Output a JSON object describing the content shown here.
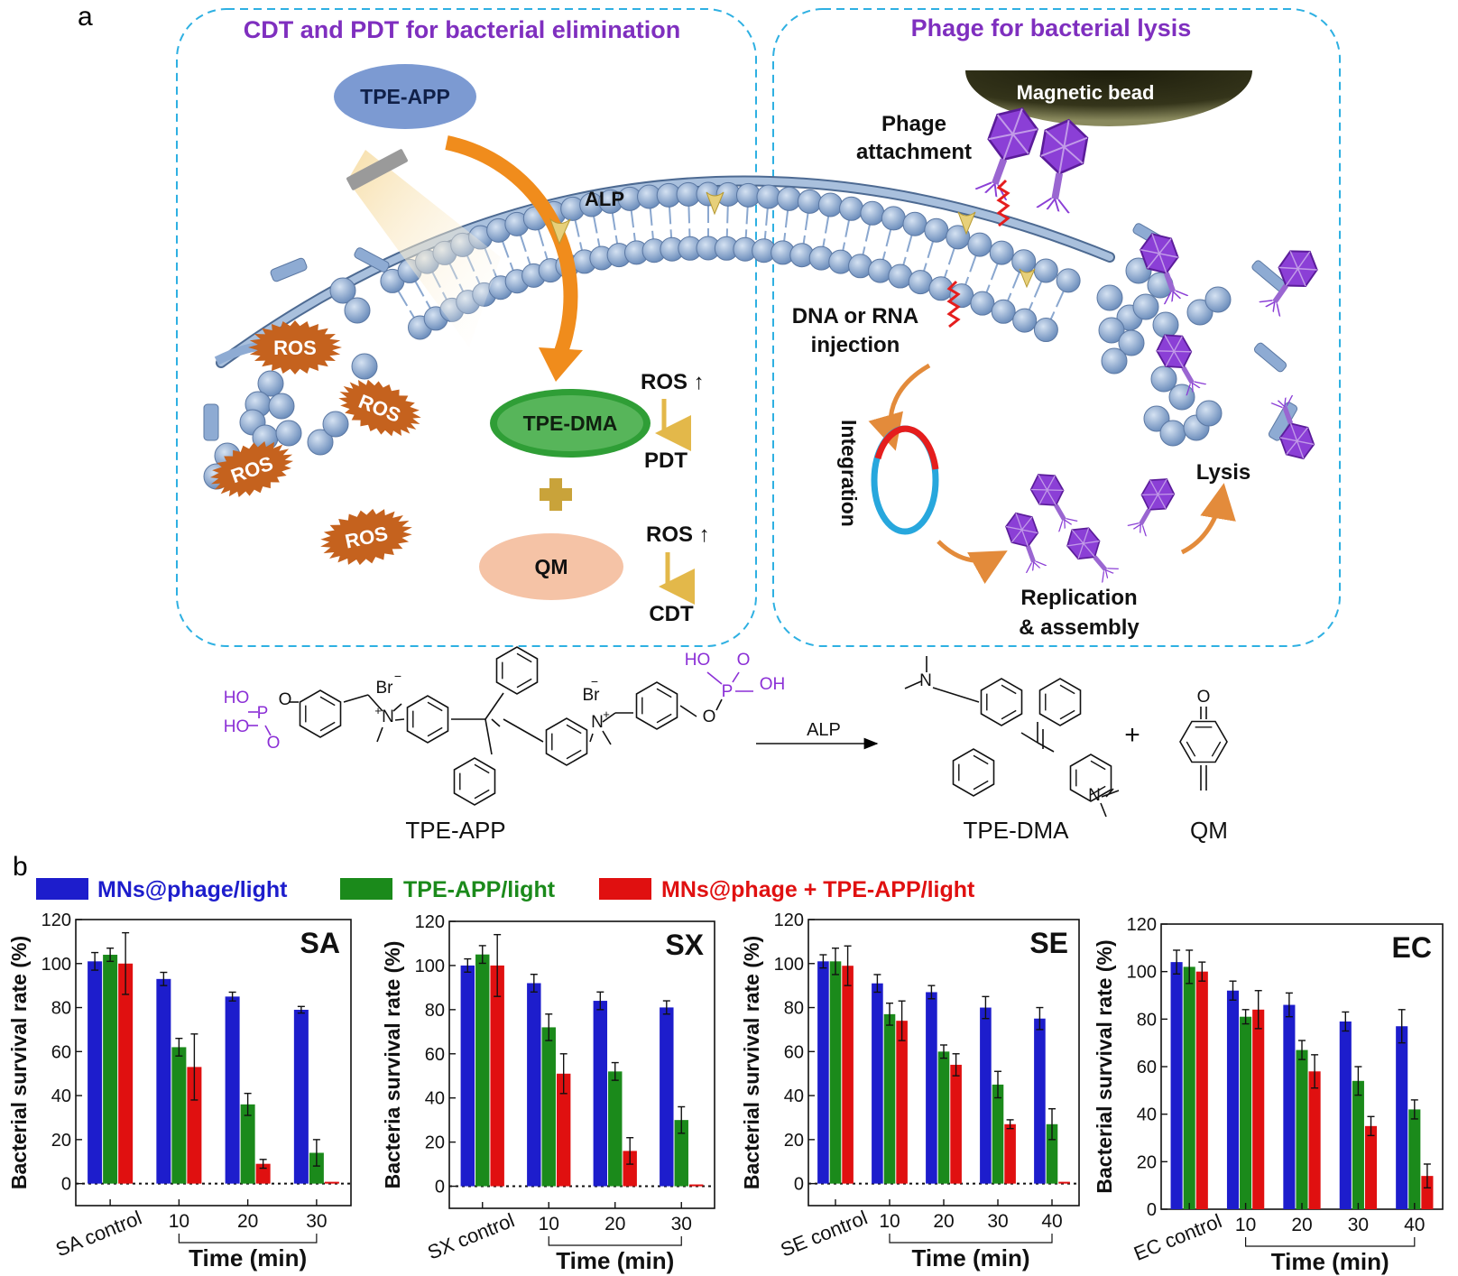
{
  "panel_a": {
    "label": "a",
    "left_title": "CDT and PDT for bacterial elimination",
    "right_title": "Phage for bacterial lysis",
    "tpe_app": "TPE-APP",
    "alp": "ALP",
    "ros": "ROS",
    "tpe_dma": "TPE-DMA",
    "qm": "QM",
    "ros_up": "ROS ↑",
    "pdt": "PDT",
    "cdt": "CDT",
    "magnetic_bead": "Magnetic bead",
    "phage_attachment_1": "Phage",
    "phage_attachment_2": "attachment",
    "dna_injection_1": "DNA or RNA",
    "dna_injection_2": "injection",
    "integration": "Integration",
    "lysis": "Lysis",
    "replication_1": "Replication",
    "replication_2": "& assembly"
  },
  "reaction": {
    "reactant": "TPE-APP",
    "arrow_label": "ALP",
    "product1": "TPE-DMA",
    "plus": "+",
    "product2": "QM",
    "atoms": {
      "ho": "HO",
      "oh": "OH",
      "p": "P",
      "o": "O",
      "br": "Br",
      "minus": "−",
      "plus_charge": "+",
      "n": "N"
    }
  },
  "panel_b": {
    "label": "b",
    "legend": [
      {
        "name": "MNs@phage/light",
        "color": "#1d1dcc"
      },
      {
        "name": "TPE-APP/light",
        "color": "#1b8a1b"
      },
      {
        "name": "MNs@phage + TPE-APP/light",
        "color": "#e01010"
      }
    ],
    "time_label": "Time (min)"
  },
  "chart_data": [
    {
      "type": "bar",
      "tag": "SA",
      "ylabel": "Bacterial survival rate (%)",
      "categories": [
        "SA control",
        "10",
        "20",
        "30"
      ],
      "ylim": [
        -10,
        120
      ],
      "yticks": [
        0,
        20,
        40,
        60,
        80,
        100,
        120
      ],
      "series": [
        {
          "name": "MNs@phage/light",
          "values": [
            101,
            93,
            85,
            79
          ],
          "errors": [
            4,
            3,
            2,
            1.5
          ]
        },
        {
          "name": "TPE-APP/light",
          "values": [
            104,
            62,
            36,
            14
          ],
          "errors": [
            3,
            4,
            5,
            6
          ]
        },
        {
          "name": "MNs@phage + TPE-APP/light",
          "values": [
            100,
            53,
            9,
            0
          ],
          "errors": [
            14,
            15,
            2,
            0
          ]
        }
      ]
    },
    {
      "type": "bar",
      "tag": "SX",
      "ylabel": "Bacteria survival rate (%)",
      "categories": [
        "SX control",
        "10",
        "20",
        "30"
      ],
      "ylim": [
        -10,
        120
      ],
      "yticks": [
        0,
        20,
        40,
        60,
        80,
        100,
        120
      ],
      "series": [
        {
          "name": "MNs@phage/light",
          "values": [
            100,
            92,
            84,
            81
          ],
          "errors": [
            3,
            4,
            4,
            3
          ]
        },
        {
          "name": "TPE-APP/light",
          "values": [
            105,
            72,
            52,
            30
          ],
          "errors": [
            4,
            6,
            4,
            6
          ]
        },
        {
          "name": "MNs@phage + TPE-APP/light",
          "values": [
            100,
            51,
            16,
            0
          ],
          "errors": [
            14,
            9,
            6,
            0
          ]
        }
      ]
    },
    {
      "type": "bar",
      "tag": "SE",
      "ylabel": "Bacterial survival rate (%)",
      "categories": [
        "SE control",
        "10",
        "20",
        "30",
        "40"
      ],
      "ylim": [
        -10,
        120
      ],
      "yticks": [
        0,
        20,
        40,
        60,
        80,
        100,
        120
      ],
      "series": [
        {
          "name": "MNs@phage/light",
          "values": [
            101,
            91,
            87,
            80,
            75
          ],
          "errors": [
            3,
            4,
            3,
            5,
            5
          ]
        },
        {
          "name": "TPE-APP/light",
          "values": [
            101,
            77,
            60,
            45,
            27
          ],
          "errors": [
            6,
            5,
            3,
            6,
            7
          ]
        },
        {
          "name": "MNs@phage + TPE-APP/light",
          "values": [
            99,
            74,
            54,
            27,
            0
          ],
          "errors": [
            9,
            9,
            5,
            2,
            0
          ]
        }
      ]
    },
    {
      "type": "bar",
      "tag": "EC",
      "ylabel": "Bacterial survival rate (%)",
      "categories": [
        "EC control",
        "10",
        "20",
        "30",
        "40"
      ],
      "ylim": [
        0,
        120
      ],
      "yticks": [
        0,
        20,
        40,
        60,
        80,
        100,
        120
      ],
      "series": [
        {
          "name": "MNs@phage/light",
          "values": [
            104,
            92,
            86,
            79,
            77
          ],
          "errors": [
            5,
            4,
            5,
            4,
            7
          ]
        },
        {
          "name": "TPE-APP/light",
          "values": [
            102,
            81,
            67,
            54,
            42
          ],
          "errors": [
            7,
            3,
            4,
            6,
            4
          ]
        },
        {
          "name": "MNs@phage + TPE-APP/light",
          "values": [
            100,
            84,
            58,
            35,
            14
          ],
          "errors": [
            4,
            8,
            7,
            4,
            5
          ]
        }
      ]
    }
  ]
}
